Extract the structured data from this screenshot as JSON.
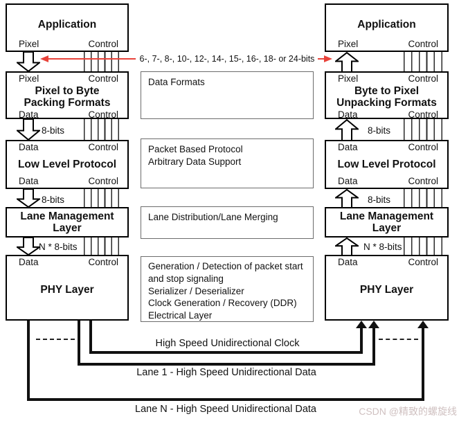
{
  "colors": {
    "red": "#e8423a",
    "line": "#111111",
    "watermark": "#cfc0c0"
  },
  "left_stack": {
    "application": {
      "title": "Application",
      "ports_bottom": {
        "left": "Pixel",
        "right": "Control"
      }
    },
    "packing": {
      "ports_top": {
        "left": "Pixel",
        "right": "Control"
      },
      "title": "Pixel to Byte\nPacking Formats",
      "ports_bottom": {
        "left": "Data",
        "right": "Control"
      }
    },
    "low_level_protocol": {
      "ports_top": {
        "left": "Data",
        "right": "Control"
      },
      "title": "Low Level Protocol",
      "ports_bottom": {
        "left": "Data",
        "right": "Control"
      }
    },
    "lane_management": {
      "title": "Lane Management\nLayer"
    },
    "phy": {
      "ports_top": {
        "left": "Data",
        "right": "Control"
      },
      "title": "PHY Layer"
    }
  },
  "right_stack": {
    "application": {
      "title": "Application",
      "ports_bottom": {
        "left": "Pixel",
        "right": "Control"
      }
    },
    "unpacking": {
      "ports_top": {
        "left": "Pixel",
        "right": "Control"
      },
      "title": "Byte to Pixel\nUnpacking Formats",
      "ports_bottom": {
        "left": "Data",
        "right": "Control"
      }
    },
    "low_level_protocol": {
      "ports_top": {
        "left": "Data",
        "right": "Control"
      },
      "title": "Low Level Protocol",
      "ports_bottom": {
        "left": "Data",
        "right": "Control"
      }
    },
    "lane_management": {
      "title": "Lane Management\nLayer"
    },
    "phy": {
      "ports_top": {
        "left": "Data",
        "right": "Control"
      },
      "title": "PHY Layer"
    }
  },
  "annotations": {
    "bits_range": "6-, 7-, 8-, 10-, 12-, 14-, 15-, 16-, 18- or 24-bits",
    "data_formats": "Data Formats",
    "packet_protocol": "Packet Based Protocol\nArbitrary Data Support",
    "lane_distribution": "Lane Distribution/Lane Merging",
    "phy_functions": "Generation / Detection of packet start\nand stop signaling\nSerializer / Deserializer\nClock Generation / Recovery (DDR)\nElectrical Layer",
    "bits8": "8-bits",
    "n_bits8": "N * 8-bits"
  },
  "bottom_links": {
    "clock": "High Speed Unidirectional Clock",
    "lane1": "Lane 1 - High Speed Unidirectional Data",
    "laneN": "Lane N - High Speed Unidirectional Data"
  },
  "watermark": "CSDN @精致的螺旋线"
}
